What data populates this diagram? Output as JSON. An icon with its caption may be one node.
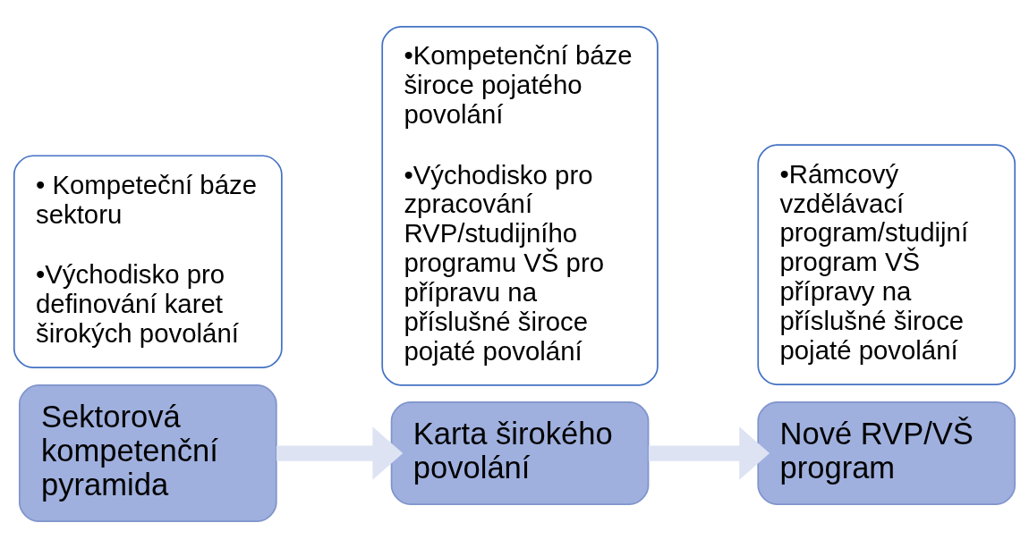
{
  "diagram": {
    "nodes": [
      {
        "text": [
          "Sektorová kompetenční pyramida"
        ]
      },
      {
        "text": [
          "• Kompeteční báze sektoru",
          "•Východisko pro definování karet širokých povolání"
        ]
      },
      {
        "text": [
          "Karta širokého povolání"
        ]
      },
      {
        "text": [
          "•Kompetenční báze široce pojatého povolání",
          "•Východisko pro zpracování RVP/studijního programu VŠ pro přípravu na příslušné široce pojaté povolání"
        ]
      },
      {
        "text": [
          "Nové RVP/VŠ program"
        ]
      },
      {
        "text": [
          "•Rámcový vzdělávací program/studijní program VŠ přípravy na příslušné široce pojaté povolání"
        ]
      }
    ],
    "edges": [
      {
        "from": 0,
        "to": 2,
        "arrow": "to"
      },
      {
        "from": 2,
        "to": 4,
        "arrow": "to"
      }
    ]
  }
}
